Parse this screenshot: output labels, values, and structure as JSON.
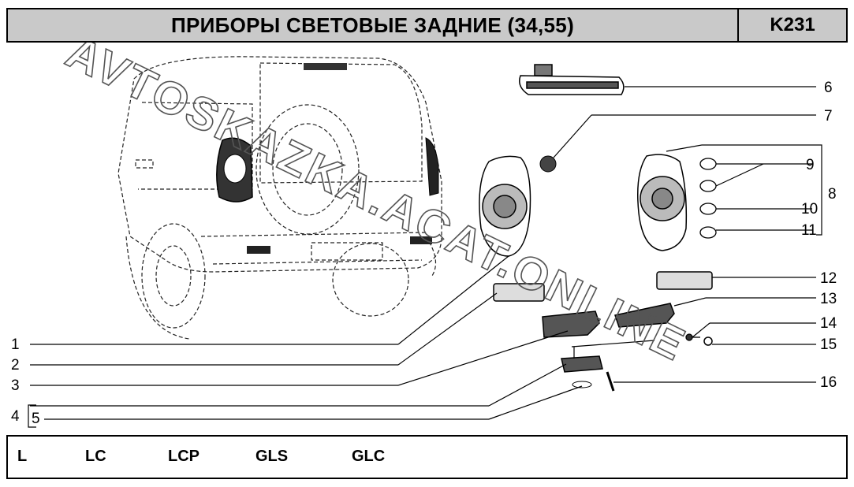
{
  "header": {
    "title": "ПРИБОРЫ СВЕТОВЫЕ ЗАДНИЕ (34,55)",
    "code": "K231"
  },
  "callouts": [
    "1",
    "2",
    "3",
    "4",
    "5",
    "6",
    "7",
    "8",
    "9",
    "10",
    "11",
    "12",
    "13",
    "14",
    "15",
    "16"
  ],
  "watermark": "AVTOSKAZKA.ACAT.ONLINE",
  "footer": {
    "variants": [
      "L",
      "LC",
      "LCP",
      "GLS",
      "GLC"
    ]
  },
  "colors": {
    "header_bg": "#c9c9c9",
    "line": "#000000"
  }
}
